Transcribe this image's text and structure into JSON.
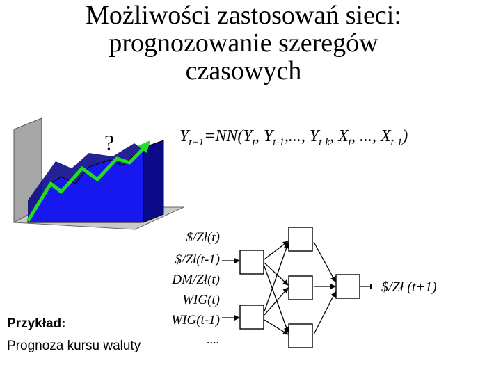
{
  "title": {
    "line1": "Możliwości zastosowań sieci:",
    "line2": "prognozowanie szeregów",
    "line3": "czasowych"
  },
  "illustration": {
    "question_mark": "?",
    "colors": {
      "wall": "#a6a6a6",
      "floor": "#c9c9c9",
      "area": "#1717f0",
      "area_dark": "#0b0b8a",
      "trend": "#22dd22"
    }
  },
  "formula": {
    "y": "Y",
    "y_sub": "t+1",
    "eq_nn": "=NN(Y",
    "t1": "t",
    "sep1": ", Y",
    "t2": "t-1",
    "sep2": ",..., Y",
    "t3": "t-k",
    "sep3": ", X",
    "t4": "t",
    "sep4": ", ..., X",
    "t5": "t-1",
    "close": ")"
  },
  "network": {
    "inputs": [
      "$/Zł(t)",
      "$/Zł(t-1)",
      "DM/Zł(t)",
      "WIG(t)",
      "WIG(t-1)"
    ],
    "ellipsis": "....",
    "output": "$/Zł (t+1)"
  },
  "example": {
    "heading": "Przykład:",
    "text": "Prognoza kursu waluty"
  }
}
